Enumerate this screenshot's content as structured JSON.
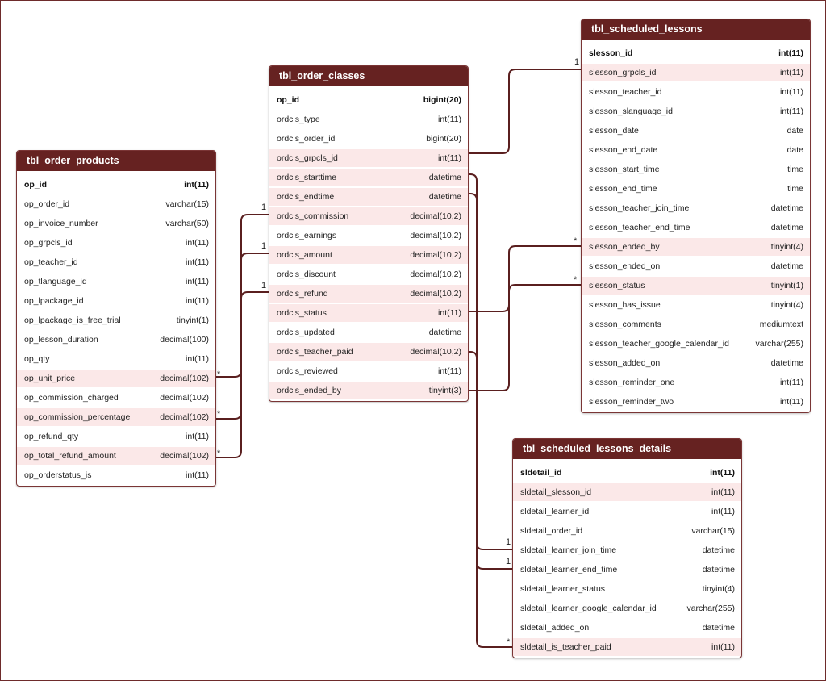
{
  "colors": {
    "header": "#662221",
    "highlight_row": "#fbe8e8",
    "line": "#5a1f1f",
    "border": "#7a3535"
  },
  "tables": {
    "order_products": {
      "title": "tbl_order_products",
      "rows": [
        {
          "name": "op_id",
          "type": "int(11)",
          "pk": true,
          "hl": false
        },
        {
          "name": "op_order_id",
          "type": "varchar(15)",
          "pk": false,
          "hl": false
        },
        {
          "name": "op_invoice_number",
          "type": "varchar(50)",
          "pk": false,
          "hl": false
        },
        {
          "name": "op_grpcls_id",
          "type": "int(11)",
          "pk": false,
          "hl": false
        },
        {
          "name": "op_teacher_id",
          "type": "int(11)",
          "pk": false,
          "hl": false
        },
        {
          "name": "op_tlanguage_id",
          "type": "int(11)",
          "pk": false,
          "hl": false
        },
        {
          "name": "op_lpackage_id",
          "type": "int(11)",
          "pk": false,
          "hl": false
        },
        {
          "name": "op_lpackage_is_free_trial",
          "type": "tinyint(1)",
          "pk": false,
          "hl": false
        },
        {
          "name": "op_lesson_duration",
          "type": "decimal(100)",
          "pk": false,
          "hl": false
        },
        {
          "name": "op_qty",
          "type": "int(11)",
          "pk": false,
          "hl": false
        },
        {
          "name": "op_unit_price",
          "type": "decimal(102)",
          "pk": false,
          "hl": true
        },
        {
          "name": "op_commission_charged",
          "type": "decimal(102)",
          "pk": false,
          "hl": false
        },
        {
          "name": "op_commission_percentage",
          "type": "decimal(102)",
          "pk": false,
          "hl": true
        },
        {
          "name": "op_refund_qty",
          "type": "int(11)",
          "pk": false,
          "hl": false
        },
        {
          "name": "op_total_refund_amount",
          "type": "decimal(102)",
          "pk": false,
          "hl": true
        },
        {
          "name": "op_orderstatus_is",
          "type": "int(11)",
          "pk": false,
          "hl": false
        }
      ]
    },
    "order_classes": {
      "title": "tbl_order_classes",
      "rows": [
        {
          "name": "op_id",
          "type": "bigint(20)",
          "pk": true,
          "hl": false
        },
        {
          "name": "ordcls_type",
          "type": "int(11)",
          "pk": false,
          "hl": false
        },
        {
          "name": "ordcls_order_id",
          "type": "bigint(20)",
          "pk": false,
          "hl": false
        },
        {
          "name": "ordcls_grpcls_id",
          "type": "int(11)",
          "pk": false,
          "hl": true
        },
        {
          "name": "ordcls_starttime",
          "type": "datetime",
          "pk": false,
          "hl": true
        },
        {
          "name": "ordcls_endtime",
          "type": "datetime",
          "pk": false,
          "hl": true
        },
        {
          "name": "ordcls_commission",
          "type": "decimal(10,2)",
          "pk": false,
          "hl": true
        },
        {
          "name": "ordcls_earnings",
          "type": "decimal(10,2)",
          "pk": false,
          "hl": false
        },
        {
          "name": "ordcls_amount",
          "type": "decimal(10,2)",
          "pk": false,
          "hl": true
        },
        {
          "name": "ordcls_discount",
          "type": "decimal(10,2)",
          "pk": false,
          "hl": false
        },
        {
          "name": "ordcls_refund",
          "type": "decimal(10,2)",
          "pk": false,
          "hl": true
        },
        {
          "name": "ordcls_status",
          "type": "int(11)",
          "pk": false,
          "hl": true
        },
        {
          "name": "ordcls_updated",
          "type": "datetime",
          "pk": false,
          "hl": false
        },
        {
          "name": "ordcls_teacher_paid",
          "type": "decimal(10,2)",
          "pk": false,
          "hl": true
        },
        {
          "name": "ordcls_reviewed",
          "type": "int(11)",
          "pk": false,
          "hl": false
        },
        {
          "name": "ordcls_ended_by",
          "type": "tinyint(3)",
          "pk": false,
          "hl": true
        }
      ]
    },
    "scheduled_lessons": {
      "title": "tbl_scheduled_lessons",
      "rows": [
        {
          "name": "slesson_id",
          "type": "int(11)",
          "pk": true,
          "hl": false
        },
        {
          "name": "slesson_grpcls_id",
          "type": "int(11)",
          "pk": false,
          "hl": true
        },
        {
          "name": "slesson_teacher_id",
          "type": "int(11)",
          "pk": false,
          "hl": false
        },
        {
          "name": "slesson_slanguage_id",
          "type": "int(11)",
          "pk": false,
          "hl": false
        },
        {
          "name": "slesson_date",
          "type": "date",
          "pk": false,
          "hl": false
        },
        {
          "name": "slesson_end_date",
          "type": "date",
          "pk": false,
          "hl": false
        },
        {
          "name": "slesson_start_time",
          "type": "time",
          "pk": false,
          "hl": false
        },
        {
          "name": "slesson_end_time",
          "type": "time",
          "pk": false,
          "hl": false
        },
        {
          "name": "slesson_teacher_join_time",
          "type": "datetime",
          "pk": false,
          "hl": false
        },
        {
          "name": "slesson_teacher_end_time",
          "type": "datetime",
          "pk": false,
          "hl": false
        },
        {
          "name": "slesson_ended_by",
          "type": "tinyint(4)",
          "pk": false,
          "hl": true
        },
        {
          "name": "slesson_ended_on",
          "type": "datetime",
          "pk": false,
          "hl": false
        },
        {
          "name": "slesson_status",
          "type": "tinyint(1)",
          "pk": false,
          "hl": true
        },
        {
          "name": "slesson_has_issue",
          "type": "tinyint(4)",
          "pk": false,
          "hl": false
        },
        {
          "name": "slesson_comments",
          "type": "mediumtext",
          "pk": false,
          "hl": false
        },
        {
          "name": "slesson_teacher_google_calendar_id",
          "type": "varchar(255)",
          "pk": false,
          "hl": false
        },
        {
          "name": "slesson_added_on",
          "type": "datetime",
          "pk": false,
          "hl": false
        },
        {
          "name": "slesson_reminder_one",
          "type": "int(11)",
          "pk": false,
          "hl": false
        },
        {
          "name": "slesson_reminder_two",
          "type": "int(11)",
          "pk": false,
          "hl": false
        }
      ]
    },
    "scheduled_lessons_details": {
      "title": "tbl_scheduled_lessons_details",
      "rows": [
        {
          "name": "sldetail_id",
          "type": "int(11)",
          "pk": true,
          "hl": false
        },
        {
          "name": "sldetail_slesson_id",
          "type": "int(11)",
          "pk": false,
          "hl": true
        },
        {
          "name": "sldetail_learner_id",
          "type": "int(11)",
          "pk": false,
          "hl": false
        },
        {
          "name": "sldetail_order_id",
          "type": "varchar(15)",
          "pk": false,
          "hl": false
        },
        {
          "name": "sldetail_learner_join_time",
          "type": "datetime",
          "pk": false,
          "hl": false
        },
        {
          "name": "sldetail_learner_end_time",
          "type": "datetime",
          "pk": false,
          "hl": false
        },
        {
          "name": "sldetail_learner_status",
          "type": "tinyint(4)",
          "pk": false,
          "hl": false
        },
        {
          "name": "sldetail_learner_google_calendar_id",
          "type": "varchar(255)",
          "pk": false,
          "hl": false
        },
        {
          "name": "sldetail_added_on",
          "type": "datetime",
          "pk": false,
          "hl": false
        },
        {
          "name": "sldetail_is_teacher_paid",
          "type": "int(11)",
          "pk": false,
          "hl": true
        }
      ]
    }
  },
  "relation_marks": {
    "one": "1",
    "many": "*"
  }
}
